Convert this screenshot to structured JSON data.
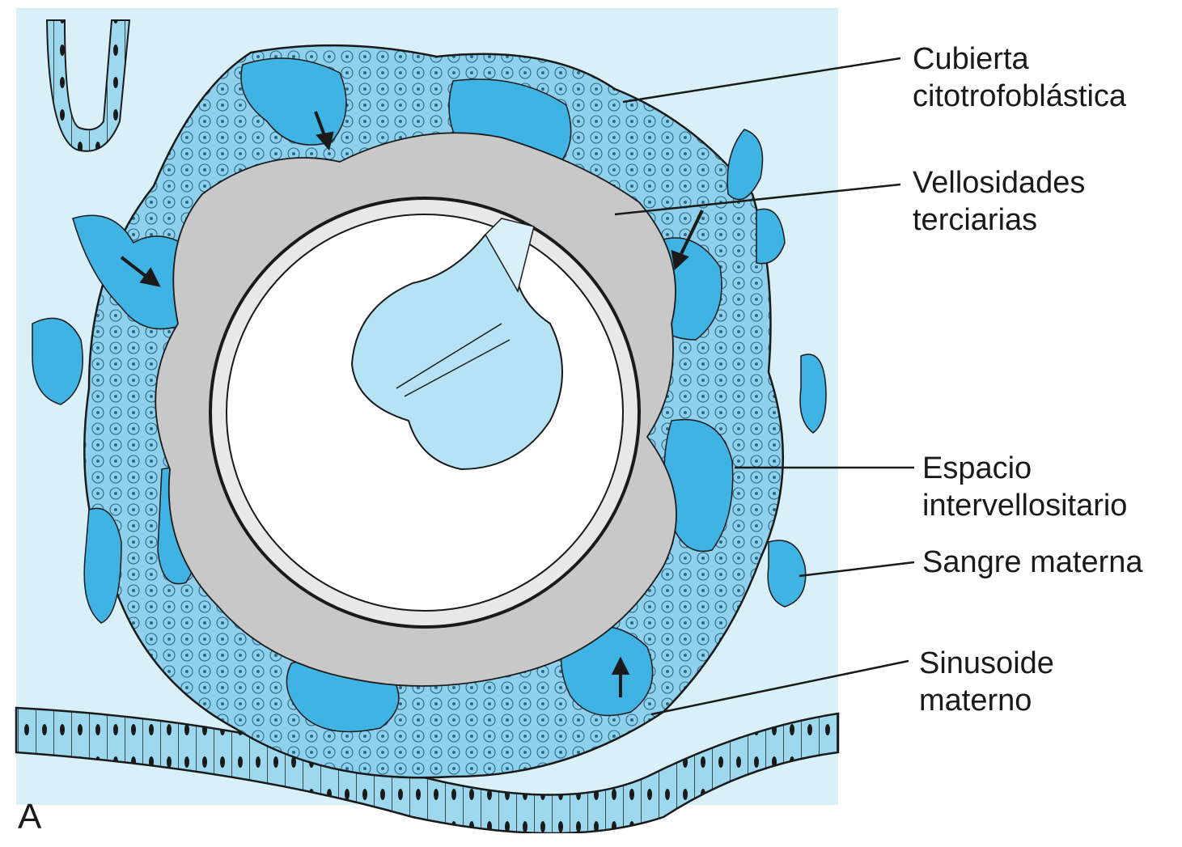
{
  "panel_letter": "A",
  "labels": {
    "cubierta": [
      "Cubierta",
      "citotrofoblástica"
    ],
    "vellosidades": [
      "Vellosidades",
      "terciarias"
    ],
    "espacio": [
      "Espacio",
      "intervellositario"
    ],
    "sangre": [
      "Sangre materna"
    ],
    "sinusoide": [
      "Sinusoide",
      "materno"
    ]
  },
  "colors": {
    "background_tissue": "#d9f0f9",
    "cytotrophoblast": "#8fd0ec",
    "maternal_blood": "#3fb3e3",
    "villus_core": "#c8c8c8",
    "chorionic_cavity": "#ffffff",
    "outline": "#1a1a1a"
  }
}
